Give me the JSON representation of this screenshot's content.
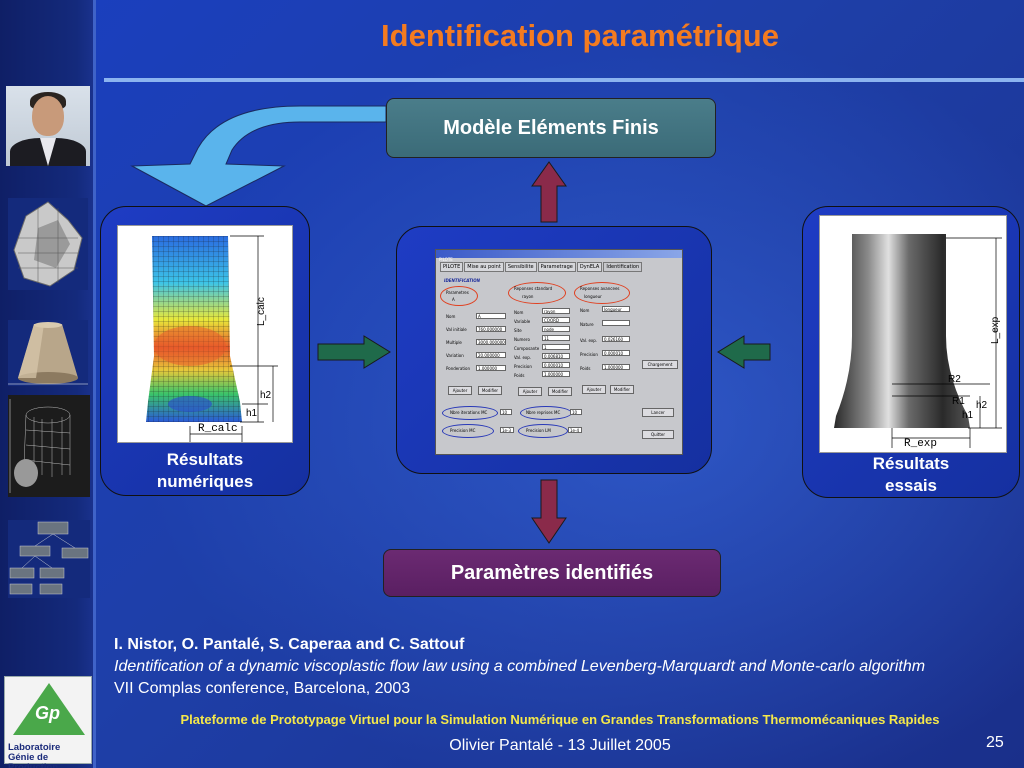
{
  "slide": {
    "title": "Identification paramétrique",
    "page_number": "25"
  },
  "boxes": {
    "fem_model": "Modèle Eléments Finis",
    "identified_params": "Paramètres identifiés"
  },
  "panels": {
    "left_label_line1": "Résultats",
    "left_label_line2": "numériques",
    "right_label_line1": "Résultats",
    "right_label_line2": "essais",
    "fem_labels": {
      "l_calc": "L_calc",
      "h2": "h2",
      "h1": "h1",
      "r_calc": "R_calc"
    },
    "exp_labels": {
      "l_exp": "L_exp",
      "r2": "R2",
      "r1": "R1",
      "h2": "h2",
      "h1": "h1",
      "r_exp": "R_exp"
    }
  },
  "dialog": {
    "window_title": "PILOTE",
    "tabs": [
      "PILOTE",
      "Mise au point",
      "Sensibilite",
      "Parametrage",
      "DynELA",
      "Identification"
    ],
    "heading": "IDENTIFICATION",
    "parametres_label": "Parametres",
    "parametres_value": "A",
    "reponses_standard": "Reponses standard",
    "reponses_standard_value": "rayon",
    "reponses_avancees": "Reponses avancees",
    "reponses_avancees_value": "longueur",
    "col1": [
      {
        "label": "Nom",
        "value": "A"
      },
      {
        "label": "Val initiale",
        "value": "760.000000"
      },
      {
        "label": "Multiple",
        "value": "3000.000000"
      },
      {
        "label": "Variation",
        "value": "20.000000"
      },
      {
        "label": "Ponderation",
        "value": "1.000000"
      }
    ],
    "col2": [
      {
        "label": "Nom",
        "value": "rayon"
      },
      {
        "label": "Variable",
        "value": "COORD"
      },
      {
        "label": "Site",
        "value": "node"
      },
      {
        "label": "Numero",
        "value": "11"
      },
      {
        "label": "Composante",
        "value": "1"
      },
      {
        "label": "Val. exp.",
        "value": "0.006810"
      },
      {
        "label": "Precision",
        "value": "0.000010"
      },
      {
        "label": "Poids",
        "value": "1.000000"
      }
    ],
    "col3": [
      {
        "label": "Nom",
        "value": "longueur"
      },
      {
        "label": "Nature",
        "value": ""
      },
      {
        "label": "Val. exp.",
        "value": "0.026160"
      },
      {
        "label": "Precision",
        "value": "0.000010"
      },
      {
        "label": "Poids",
        "value": "1.000000"
      }
    ],
    "btn_ajouter": "Ajouter",
    "btn_modifier": "Modifier",
    "btn_chargement": "Chargement",
    "btn_lancer": "Lancer",
    "btn_quitter": "Quitter",
    "nbre_iter_mc": "Nbre iterations MC",
    "nbre_iter_mc_val": "10",
    "nbre_rep_mc": "Nbre reprises MC",
    "nbre_rep_mc_val": "10",
    "precision_mc": "Precision MC",
    "precision_mc_val": "1e-3",
    "precision_lm": "Precision LM",
    "precision_lm_val": "1e-4"
  },
  "citation": {
    "authors": "I. Nistor, O. Pantalé, S. Caperaa and C. Sattouf",
    "title": "Identification of a dynamic viscoplastic flow law using a combined Levenberg-Marquardt and Monte-carlo algorithm",
    "venue": "VII Complas conference, Barcelona, 2003"
  },
  "footer": {
    "platform": "Plateforme de Prototypage Virtuel pour la Simulation Numérique en Grandes Transformations Thermomécaniques Rapides",
    "author_date": "Olivier Pantalé - 13 Juillet 2005"
  },
  "logo": {
    "mark": "Gp",
    "line1": "Laboratoire",
    "line2": "Génie de Production"
  },
  "colors": {
    "title": "#f47b20",
    "footer_platform": "#f5e84a",
    "fem_box": "#3b6b78",
    "param_box": "#5a1f62",
    "arrow_vertical": "#8a2a4a",
    "arrow_horizontal": "#1f6a4a",
    "highlight_red": "#e04020",
    "highlight_blue": "#2a3ab8"
  },
  "icons": [
    "portrait-photo",
    "curved-arrow-icon",
    "arrow-up-icon",
    "arrow-down-icon",
    "arrow-right-icon",
    "arrow-left-icon"
  ]
}
